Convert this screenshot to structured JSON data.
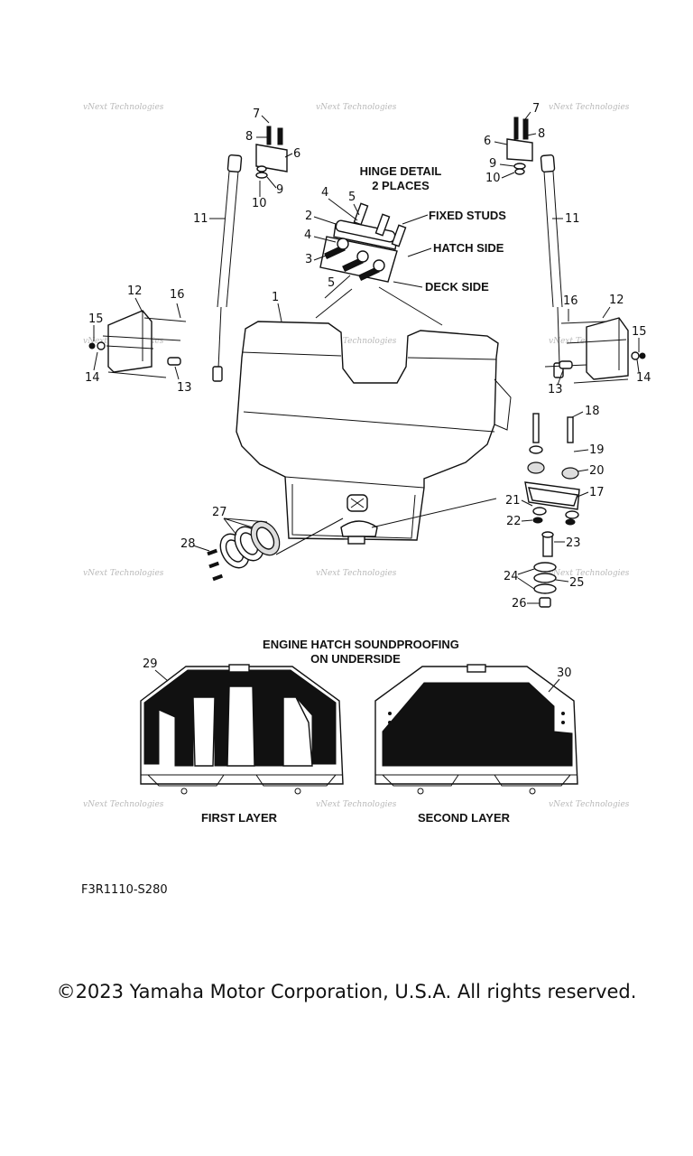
{
  "labels": {
    "hinge_detail": "HINGE DETAIL",
    "hinge_places": "2 PLACES",
    "fixed_studs": "FIXED STUDS",
    "hatch_side": "HATCH SIDE",
    "deck_side": "DECK SIDE",
    "soundproofing_1": "ENGINE HATCH SOUNDPROOFING",
    "soundproofing_2": "ON UNDERSIDE",
    "first_layer": "FIRST LAYER",
    "second_layer": "SECOND LAYER"
  },
  "callouts": {
    "n1": "1",
    "n2": "2",
    "n3": "3",
    "n4a": "4",
    "n4b": "4",
    "n5a": "5",
    "n5b": "5",
    "n6l": "6",
    "n7l": "7",
    "n8l": "8",
    "n9l": "9",
    "n10l": "10",
    "n11l": "11",
    "n6r": "6",
    "n7r": "7",
    "n8r": "8",
    "n9r": "9",
    "n10r": "10",
    "n11r": "11",
    "n12l": "12",
    "n13l": "13",
    "n14l": "14",
    "n15l": "15",
    "n16l": "16",
    "n12r": "12",
    "n13r": "13",
    "n14r": "14",
    "n15r": "15",
    "n16r": "16",
    "n17": "17",
    "n18": "18",
    "n19": "19",
    "n20": "20",
    "n21": "21",
    "n22": "22",
    "n23": "23",
    "n24": "24",
    "n25": "25",
    "n26": "26",
    "n27": "27",
    "n28": "28",
    "n29": "29",
    "n30": "30"
  },
  "watermark": "vNext Technologies",
  "diagram_code": "F3R1110-S280",
  "copyright": "©2023 Yamaha Motor Corporation, U.S.A. All rights reserved."
}
